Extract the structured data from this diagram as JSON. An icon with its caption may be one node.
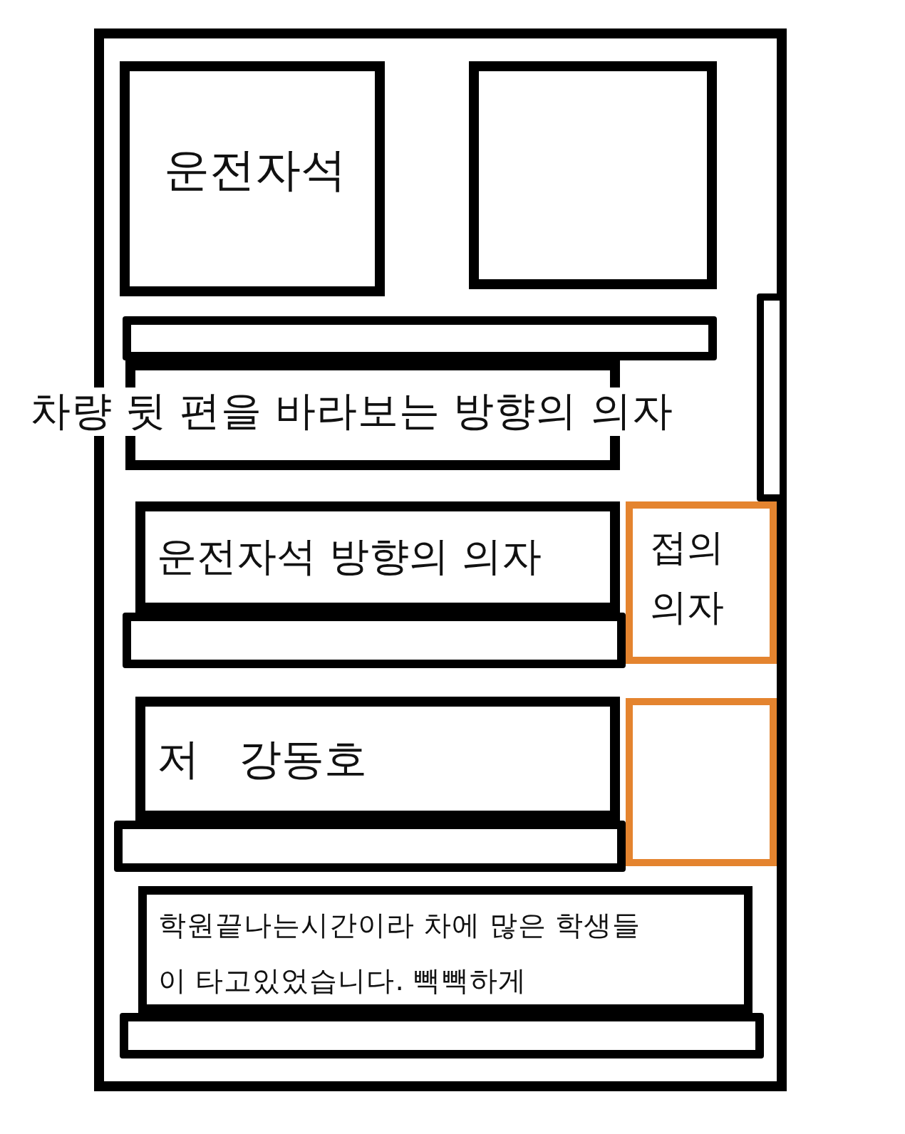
{
  "diagram": {
    "nodes": [
      {
        "text": [],
        "shape": "box"
      },
      {
        "text": [
          "운전자석"
        ],
        "in": 0
      },
      {
        "text": [],
        "shape": "box",
        "in": 0
      },
      {
        "text": [],
        "shape": "bar",
        "in": 0
      },
      {
        "text": [
          "차량 뒷 편을 바라보는 방향의 의자"
        ],
        "in": 0
      },
      {
        "text": [],
        "shape": "bar",
        "in": 0
      },
      {
        "text": [
          "운전자석 방향의 의자"
        ],
        "in": 0
      },
      {
        "text": [],
        "shape": "bar",
        "in": 0
      },
      {
        "text": [
          "접의 의자"
        ],
        "in": 0
      },
      {
        "text": [
          "저 강동호"
        ],
        "in": 0
      },
      {
        "text": [],
        "shape": "bar",
        "in": 0
      },
      {
        "text": [],
        "shape": "box",
        "in": 0
      },
      {
        "text": [
          "학원끝나는시간이라 차에 많은 학생들이 타고있었습니다. 빽빽하게"
        ],
        "in": 0
      },
      {
        "text": [],
        "shape": "bar",
        "in": 0
      }
    ]
  }
}
